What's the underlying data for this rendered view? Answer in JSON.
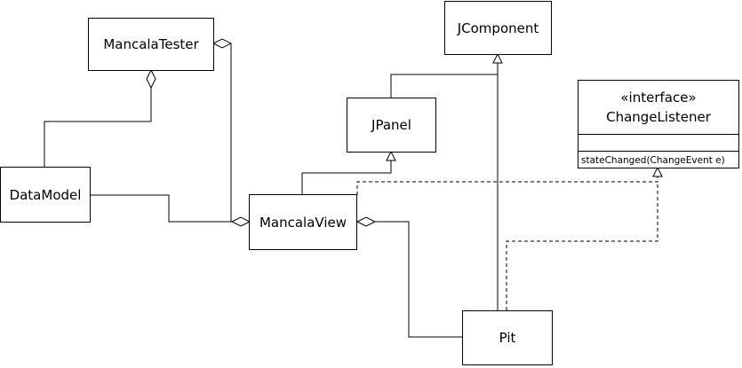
{
  "classes": {
    "mancala_tester": "MancalaTester",
    "jcomponent": "JComponent",
    "jpanel": "JPanel",
    "data_model": "DataModel",
    "mancala_view": "MancalaView",
    "pit": "Pit"
  },
  "interface": {
    "stereotype": "«interface»",
    "name": "ChangeListener",
    "operation": "stateChanged(ChangeEvent e)"
  }
}
